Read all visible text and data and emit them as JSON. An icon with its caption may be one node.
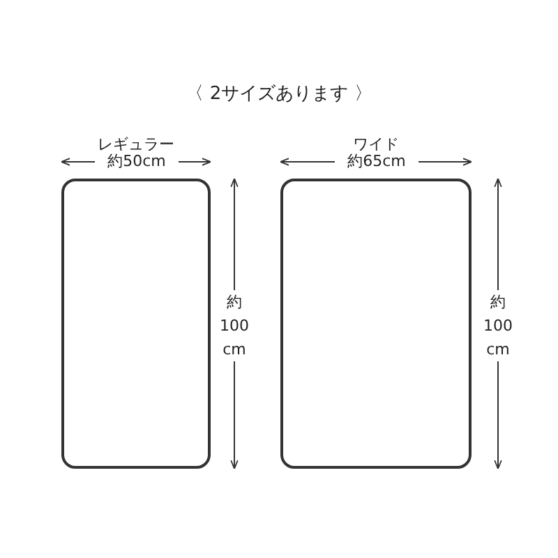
{
  "diagram": {
    "title": "〈 2サイズあります 〉",
    "nodes": [
      {
        "text": [
          "レギュラー"
        ]
      },
      {
        "text": [
          "ワイド"
        ]
      }
    ],
    "labels": [
      "約50cm",
      "約 100 cm",
      "約65cm",
      "約 100 cm"
    ]
  }
}
